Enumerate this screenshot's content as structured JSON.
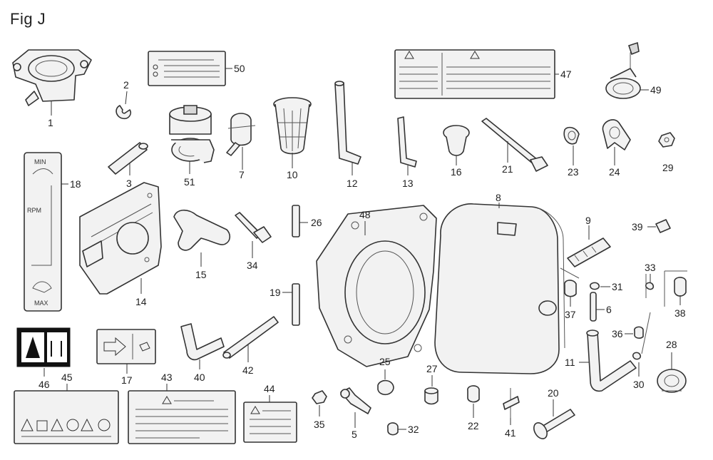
{
  "figure": {
    "title": "Fig J"
  },
  "decal_18": {
    "min": "MIN",
    "rpm": "RPM",
    "max": "MAX"
  },
  "callouts": [
    "1",
    "2",
    "3",
    "5",
    "6",
    "7",
    "8",
    "9",
    "10",
    "11",
    "12",
    "13",
    "14",
    "15",
    "16",
    "17",
    "18",
    "19",
    "20",
    "21",
    "22",
    "23",
    "24",
    "25",
    "26",
    "27",
    "28",
    "29",
    "30",
    "31",
    "32",
    "33",
    "34",
    "35",
    "36",
    "37",
    "38",
    "39",
    "40",
    "41",
    "42",
    "43",
    "44",
    "45",
    "46",
    "47",
    "48",
    "49",
    "50",
    "51"
  ],
  "colors": {
    "line": "#333333",
    "part_fill": "#f2f2f2",
    "decal_black": "#111111"
  }
}
